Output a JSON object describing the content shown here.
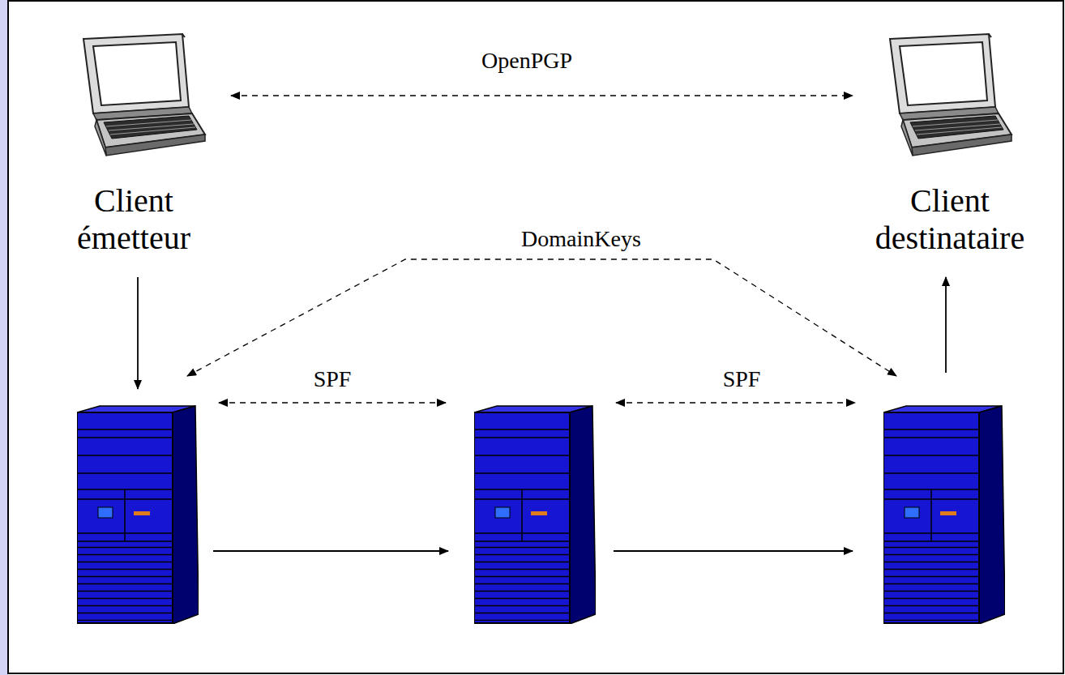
{
  "diagram": {
    "nodes": [
      {
        "text": [
          "Client émetteur"
        ]
      },
      {
        "text": [
          "Client destinataire"
        ]
      },
      {
        "text": []
      },
      {
        "text": []
      },
      {
        "text": []
      }
    ],
    "edges": [
      {
        "from": 0,
        "to": 1,
        "arrow": "both",
        "label": "OpenPGP"
      },
      {
        "from": 2,
        "to": 4,
        "arrow": "both",
        "label": "DomainKeys"
      },
      {
        "from": 2,
        "to": 3,
        "arrow": "both",
        "label": "SPF"
      },
      {
        "from": 3,
        "to": 4,
        "arrow": "both",
        "label": "SPF"
      },
      {
        "from": 0,
        "to": 2,
        "arrow": "to"
      },
      {
        "from": 2,
        "to": 3,
        "arrow": "to"
      },
      {
        "from": 3,
        "to": 4,
        "arrow": "to"
      },
      {
        "from": 4,
        "to": 1,
        "arrow": "to"
      }
    ]
  }
}
